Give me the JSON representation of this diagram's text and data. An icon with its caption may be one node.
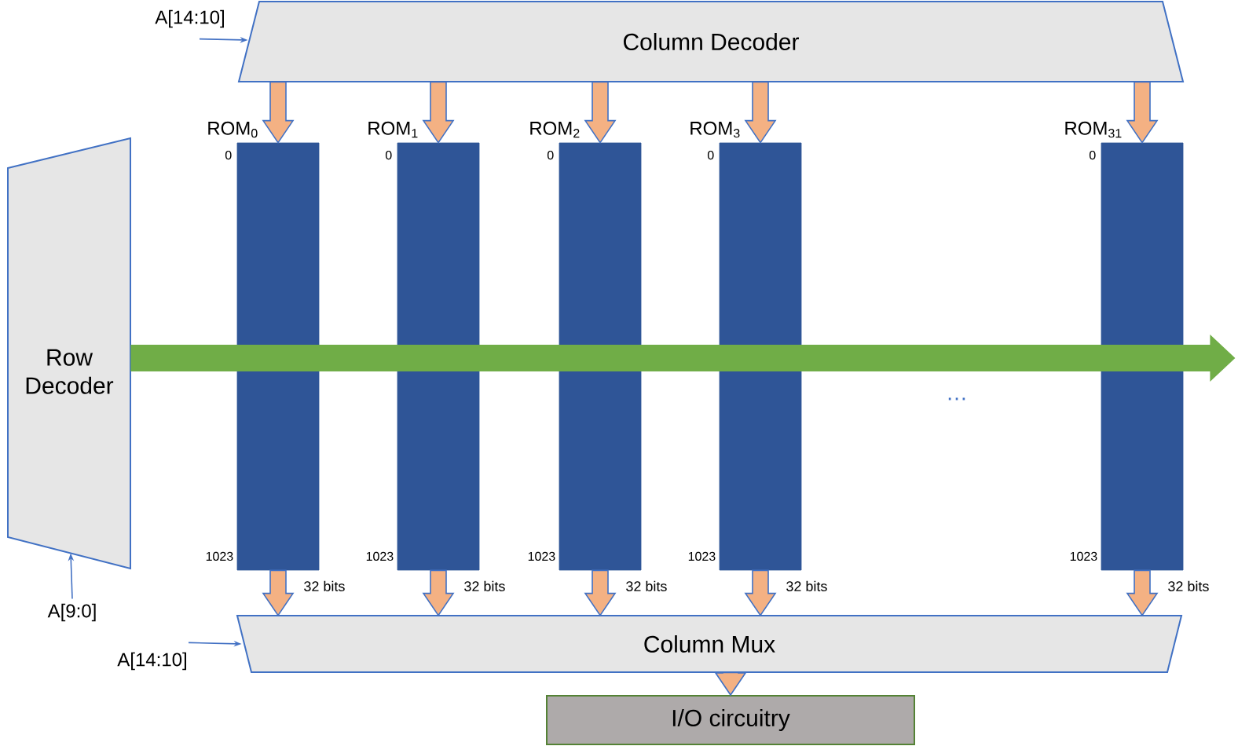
{
  "diagram": {
    "nodes": [
      {
        "text": [
          "Column Decoder"
        ]
      },
      {
        "text": [
          "Row Decoder"
        ]
      },
      {
        "text": [],
        "shape": "bar",
        "beside": [
          "ROM$_{0}$",
          "0",
          "1023"
        ]
      },
      {
        "text": [],
        "shape": "bar",
        "beside": [
          "ROM$_{1}$",
          "0",
          "1023"
        ]
      },
      {
        "text": [],
        "shape": "bar",
        "beside": [
          "ROM$_{2}$",
          "0",
          "1023"
        ]
      },
      {
        "text": [],
        "shape": "bar",
        "beside": [
          "ROM$_{3}$",
          "0",
          "1023"
        ]
      },
      {
        "text": [],
        "shape": "bar",
        "beside": [
          "ROM$_{31}$",
          "0",
          "1023"
        ]
      },
      {
        "text": [
          "Column Mux"
        ]
      },
      {
        "text": [
          "I/O circuitry"
        ]
      },
      {
        "text": [
          "A[14:10]"
        ]
      },
      {
        "text": [
          "A[9:0]"
        ]
      },
      {
        "text": [
          "A[14:10]"
        ]
      }
    ],
    "edges": [
      {
        "from": 9,
        "to": 0,
        "arrow": "to",
        "color": "#4472c4"
      },
      {
        "from": 10,
        "to": 1,
        "arrow": "to",
        "color": "#4472c4"
      },
      {
        "from": 11,
        "to": 7,
        "arrow": "to",
        "color": "#4472c4"
      },
      {
        "from": 0,
        "to": 2,
        "arrow": "to"
      },
      {
        "from": 0,
        "to": 3,
        "arrow": "to"
      },
      {
        "from": 0,
        "to": 4,
        "arrow": "to"
      },
      {
        "from": 0,
        "to": 5,
        "arrow": "to"
      },
      {
        "from": 0,
        "to": 6,
        "arrow": "to"
      },
      {
        "from": 2,
        "to": 7,
        "arrow": "to",
        "label": "32 bits"
      },
      {
        "from": 3,
        "to": 7,
        "arrow": "to",
        "label": "32 bits"
      },
      {
        "from": 4,
        "to": 7,
        "arrow": "to",
        "label": "32 bits"
      },
      {
        "from": 5,
        "to": 7,
        "arrow": "to",
        "label": "32 bits"
      },
      {
        "from": 6,
        "to": 7,
        "arrow": "to",
        "label": "32 bits"
      },
      {
        "from": 7,
        "to": 8,
        "arrow": "to"
      },
      {
        "from": 1,
        "to": null,
        "arrow": "to",
        "color": "#70ad47",
        "style": "thick"
      }
    ],
    "labels": [
      "…"
    ]
  }
}
